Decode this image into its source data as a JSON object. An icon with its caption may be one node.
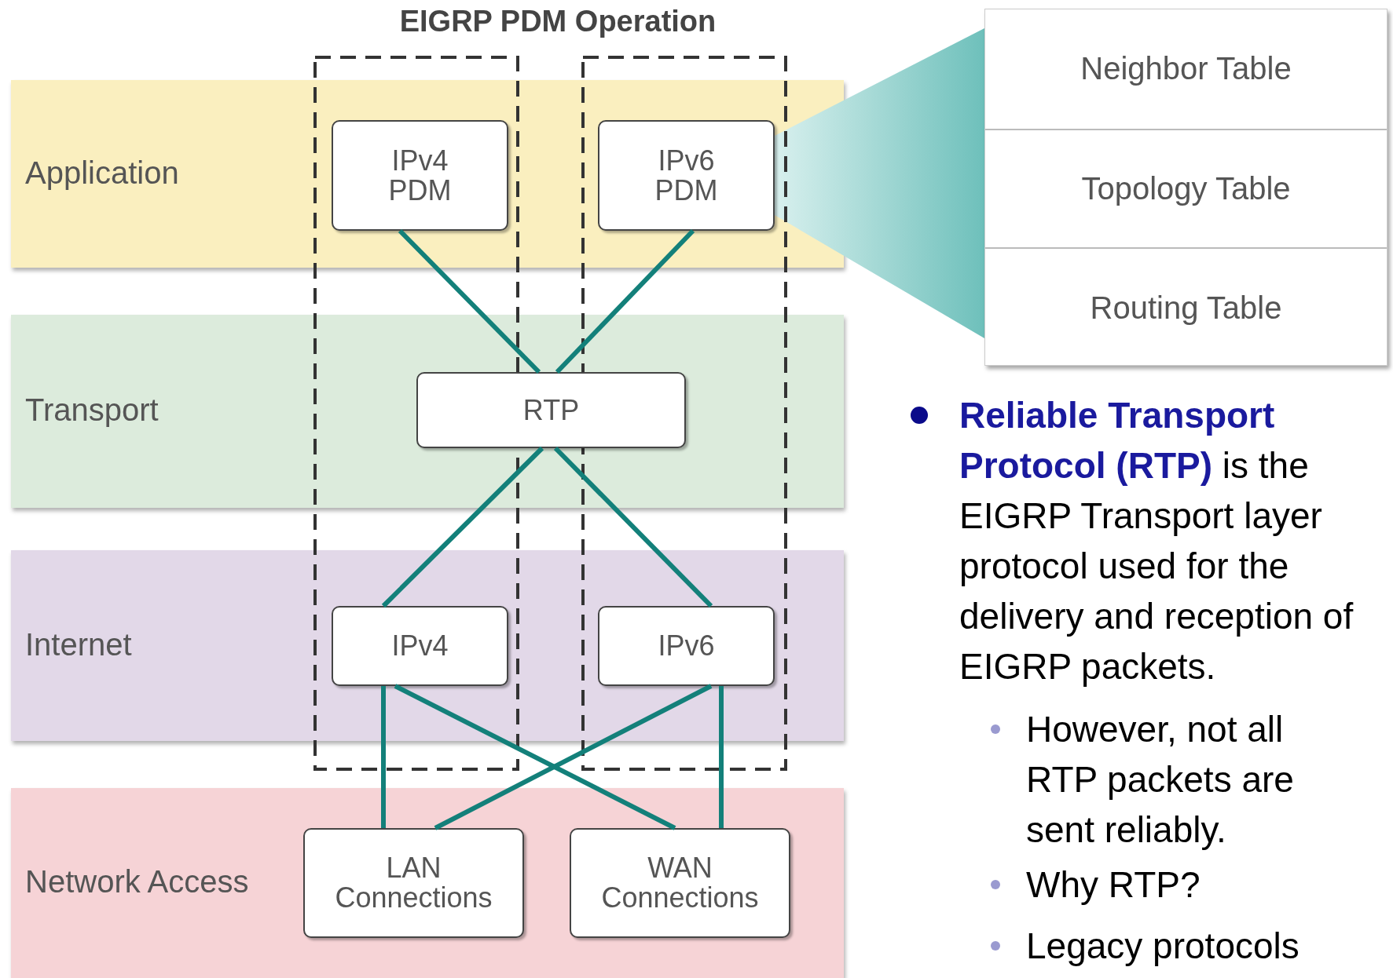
{
  "diagram": {
    "title": "EIGRP PDM Operation",
    "nodes": [
      {
        "text": [
          "Application"
        ]
      },
      {
        "text": [
          "IPv4 PDM"
        ],
        "in": 0
      },
      {
        "text": [
          "IPv6 PDM"
        ],
        "in": 0
      },
      {
        "text": [
          "Neighbor Table",
          "Topology Table",
          "Routing Table"
        ]
      },
      {
        "text": [
          "Transport"
        ]
      },
      {
        "text": [
          "RTP"
        ],
        "in": 4
      },
      {
        "text": [
          "Internet"
        ]
      },
      {
        "text": [
          "IPv4"
        ],
        "in": 6
      },
      {
        "text": [
          "IPv6"
        ],
        "in": 6
      },
      {
        "text": [
          "Network Access"
        ]
      },
      {
        "text": [
          "LAN Connections"
        ],
        "in": 9
      },
      {
        "text": [
          "WAN Connections"
        ],
        "in": 9
      }
    ],
    "edges": [
      {
        "from": 1,
        "to": 5,
        "arrow": "none"
      },
      {
        "from": 2,
        "to": 5,
        "arrow": "none"
      },
      {
        "from": 5,
        "to": 7,
        "arrow": "none"
      },
      {
        "from": 5,
        "to": 8,
        "arrow": "none"
      },
      {
        "from": 7,
        "to": 10,
        "arrow": "none"
      },
      {
        "from": 7,
        "to": 11,
        "arrow": "none"
      },
      {
        "from": 8,
        "to": 10,
        "arrow": "none"
      },
      {
        "from": 8,
        "to": 11,
        "arrow": "none"
      },
      {
        "from": 2,
        "to": 3,
        "arrow": "none",
        "style": "thick"
      }
    ],
    "labels": [
      "**Reliable Transport Protocol (RTP)** is the EIGRP Transport layer protocol used for the delivery and reception of EIGRP packets.",
      "However, not all RTP packets are sent reliably.",
      "Why RTP?",
      "Legacy protocols"
    ]
  }
}
